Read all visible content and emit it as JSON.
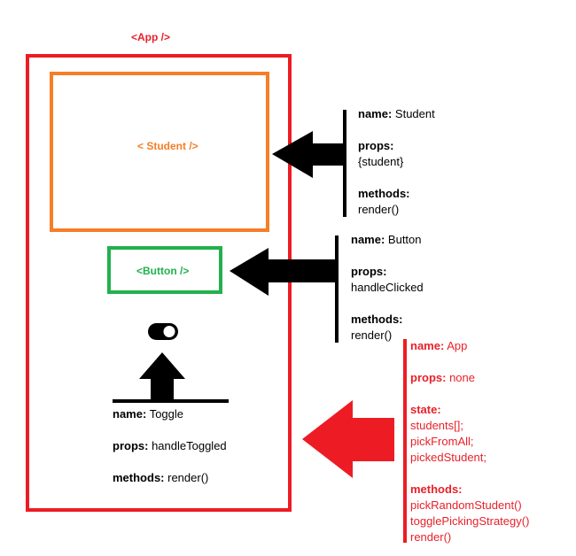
{
  "app": {
    "tag": "<App />"
  },
  "student": {
    "tag": "< Student />",
    "name_label": "name:",
    "name_value": "Student",
    "props_label": "props:",
    "props_value": "{student}",
    "methods_label": "methods:",
    "methods_value": "render()"
  },
  "button": {
    "tag": "<Button />",
    "name_label": "name:",
    "name_value": "Button",
    "props_label": "props:",
    "props_value": "handleClicked",
    "methods_label": "methods:",
    "methods_value": "render()"
  },
  "toggle": {
    "name_label": "name:",
    "name_value": "Toggle",
    "props_label": "props:",
    "props_value": "handleToggled",
    "methods_label": "methods:",
    "methods_value": "render()"
  },
  "app_info": {
    "name_label": "name:",
    "name_value": "App",
    "props_label": "props:",
    "props_value": "none",
    "state_label": "state:",
    "state_values": [
      "students[];",
      "pickFromAll;",
      "pickedStudent;"
    ],
    "methods_label": "methods:",
    "methods_values": [
      "pickRandomStudent()",
      "togglePickingStrategy()",
      "render()"
    ]
  },
  "colors": {
    "app": "#ed1c24",
    "student": "#f57e27",
    "button": "#22b14c",
    "arrow": "#000000"
  }
}
